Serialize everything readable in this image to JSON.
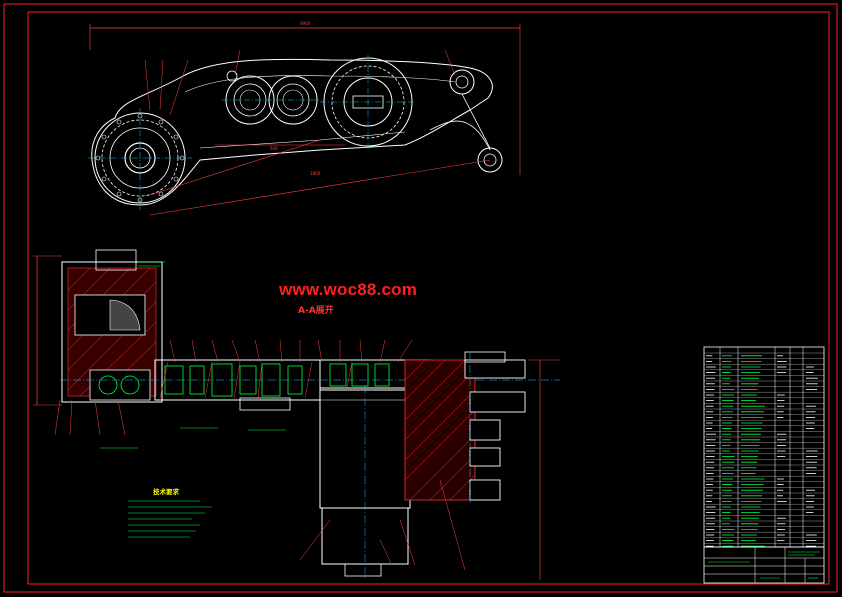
{
  "watermark": "www.woc88.com",
  "section_label": "A-A展开",
  "tech_requirements_title": "技术要求",
  "colors": {
    "background": "#000000",
    "frame": "#ff2020",
    "outline": "#ffffff",
    "dimension": "#ff4040",
    "centerline": "#00c8ff",
    "hatch": "#ff3030",
    "parts": "#00ff40",
    "text_green": "#00ff00",
    "yellow": "#ffff00"
  }
}
